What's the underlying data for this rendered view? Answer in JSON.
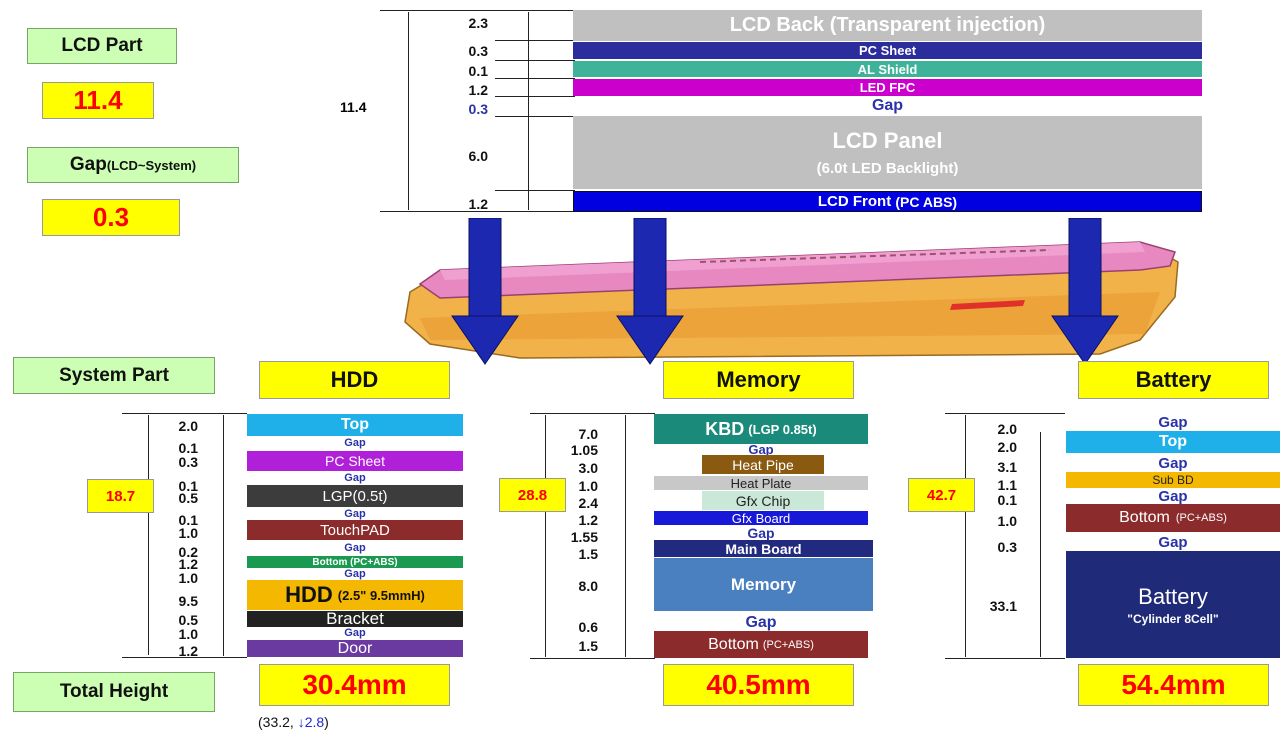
{
  "lcd_labels": {
    "lcd_part": "LCD Part",
    "lcd_value": "11.4",
    "gap_label": "Gap",
    "gap_sub": "(LCD~System)",
    "gap_value": "0.3"
  },
  "lcd_stack": {
    "total": "11.4",
    "nums": [
      "2.3",
      "0.3",
      "0.1",
      "1.2",
      "0.3",
      "6.0",
      "1.2"
    ],
    "back": "LCD Back (Transparent injection)",
    "pc_sheet": "PC Sheet",
    "al_shield": "AL Shield",
    "led_fpc": "LED FPC",
    "gap": "Gap",
    "panel": "LCD Panel",
    "panel_sub": "(6.0t LED Backlight)",
    "front": "LCD Front",
    "front_sub": "(PC ABS)"
  },
  "system": {
    "system_part": "System Part",
    "total_height": "Total Height"
  },
  "hdd": {
    "title": "HDD",
    "side_value": "18.7",
    "nums": [
      "2.0",
      "0.1",
      "0.3",
      "0.1",
      "0.5",
      "0.1",
      "1.0",
      "0.2",
      "1.2",
      "1.0",
      "9.5",
      "0.5",
      "1.0",
      "1.2"
    ],
    "gap": "Gap",
    "top": "Top",
    "pc_sheet": "PC Sheet",
    "lgp": "LGP(0.5t)",
    "touchpad": "TouchPAD",
    "bottom": "Bottom  (PC+ABS)",
    "hdd_main": "HDD",
    "hdd_sub": "(2.5\" 9.5mmH)",
    "bracket": "Bracket",
    "door": "Door",
    "total": "30.4mm",
    "note_prefix": "(33.2, ",
    "note_arrow": "↓2.8",
    "note_suffix": ")"
  },
  "memory": {
    "title": "Memory",
    "side_value": "28.8",
    "nums": [
      "7.0",
      "1.05",
      "3.0",
      "1.0",
      "2.4",
      "1.2",
      "1.55",
      "1.5",
      "8.0",
      "0.6",
      "1.5"
    ],
    "gap": "Gap",
    "kbd": "KBD",
    "kbd_sub": "(LGP 0.85t)",
    "heat_pipe": "Heat Pipe",
    "heat_plate": "Heat Plate",
    "gfx_chip": "Gfx Chip",
    "gfx_board": "Gfx Board",
    "main_board": "Main Board",
    "memory": "Memory",
    "bottom": "Bottom",
    "bottom_sub": "(PC+ABS)",
    "total": "40.5mm"
  },
  "battery": {
    "title": "Battery",
    "side_value": "42.7",
    "nums": [
      "2.0",
      "2.0",
      "3.1",
      "1.1",
      "0.1",
      "1.0",
      "0.3",
      "33.1"
    ],
    "gap": "Gap",
    "top": "Top",
    "sub_bd": "Sub BD",
    "bottom": "Bottom",
    "bottom_sub": "(PC+ABS)",
    "battery": "Battery",
    "battery_sub": "\"Cylinder 8Cell\"",
    "total": "54.4mm"
  },
  "colors": {
    "lcd_back": "#c0c0c0",
    "pc_sheet_lcd": "#2b2d9c",
    "al_shield": "#3fb39a",
    "led_fpc": "#cc00cc",
    "lcd_front": "#0000e0",
    "top": "#1fb0ea",
    "pc_sheet": "#b020d8",
    "lgp": "#3c3c3c",
    "touchpad": "#8b2b2b",
    "bottom_green": "#1a9a50",
    "hdd": "#f5b800",
    "bracket": "#222222",
    "door": "#6b3aa0",
    "kbd": "#1a8a7a",
    "heat_pipe": "#8a5a10",
    "heat_plate": "#c8c8c8",
    "gfx_chip": "#c9e8d8",
    "gfx_board": "#1818d8",
    "main_board": "#222a80",
    "memory": "#4a7fc0",
    "bottom_red": "#8b2b2b",
    "sub_bd": "#f5b800",
    "battery": "#1f2a78",
    "arrow": "#1c28b0"
  },
  "icons": [
    "down-arrow-icon",
    "laptop-illustration"
  ]
}
